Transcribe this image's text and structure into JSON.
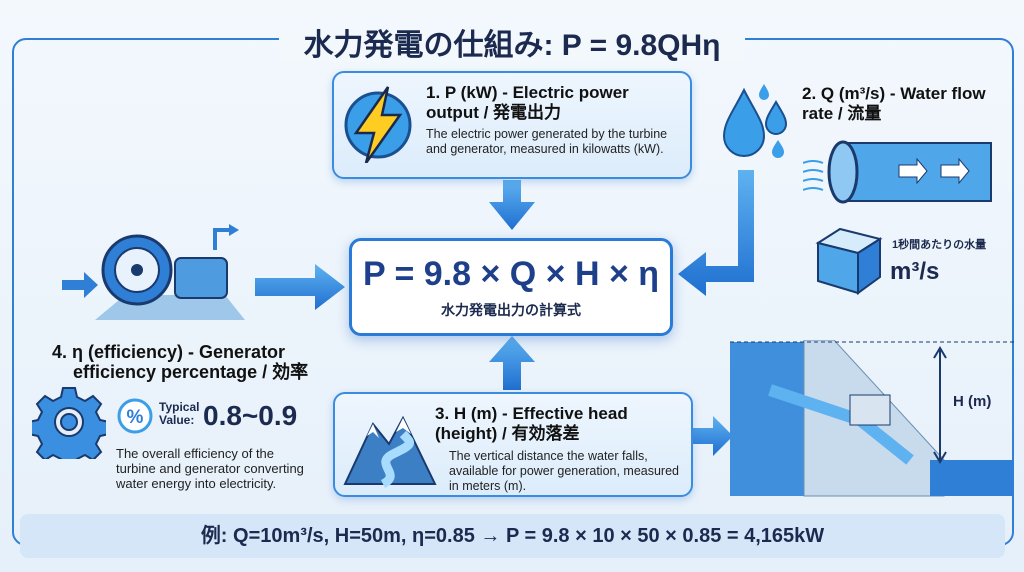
{
  "title": "水力発電の仕組み: P = 9.8QHη",
  "formula": {
    "main": "P = 9.8 × Q × H × η",
    "subtitle": "水力発電出力の計算式"
  },
  "power": {
    "heading": "1. P (kW) - Electric power output / 発電出力",
    "description": "The electric power generated by the turbine and generator, measured in kilowatts (kW).",
    "icon": "lightning-icon"
  },
  "flow": {
    "heading": "2. Q (m³/s) - Water flow rate / 流量",
    "cube_label": "1秒間あたりの水量",
    "unit": "m³/s",
    "icon": "water-drops-icon"
  },
  "head": {
    "heading": "3. H (m) - Effective head (height) / 有効落差",
    "description": "The vertical distance the water falls, available for power generation, measured in meters (m).",
    "dam_label": "H (m)",
    "icon": "mountain-river-icon"
  },
  "efficiency": {
    "heading_line1": "4. η (efficiency) - Generator",
    "heading_line2": "efficiency percentage / 効率",
    "typical_label_1": "Typical",
    "typical_label_2": "Value:",
    "typical_value": "0.8~0.9",
    "description": "The overall efficiency of the turbine and generator converting water energy into electricity.",
    "icon": "gear-icon"
  },
  "example": "例: Q=10m³/s, H=50m, η=0.85 → P = 9.8 × 10 × 50 × 0.85 = 4,165kW",
  "colors": {
    "accent": "#2f7fd6",
    "navy": "#1b2a4e"
  }
}
